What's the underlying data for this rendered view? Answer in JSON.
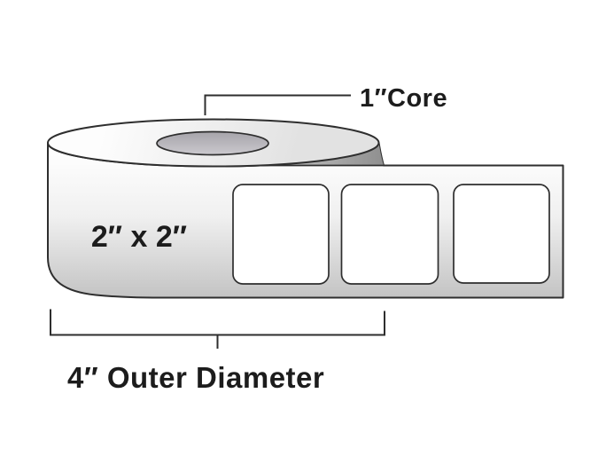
{
  "diagram": {
    "type": "label-roll-spec-diagram",
    "annotations": {
      "core_label": "1″Core",
      "label_size": "2″ x 2″",
      "outer_diameter_label": "4″ Outer Diameter"
    },
    "labels_on_strip": {
      "visible_count": "3"
    },
    "colors": {
      "background": "#ffffff",
      "outline": "#2e2e2e",
      "text": "#1c1c1c",
      "body_top": "#ffffff",
      "body_mid": "#f0f0f0",
      "body_bottom": "#c2c2c2",
      "top_face_light": "#fdfdfd",
      "top_face_dark": "#e2e2e2",
      "core_dark": "#a5a3a9",
      "core_light": "#cdcbd0",
      "shade_light": "#e0e0e0",
      "shade_dark": "#8f8f8f",
      "label_fill": "#ffffff"
    }
  }
}
